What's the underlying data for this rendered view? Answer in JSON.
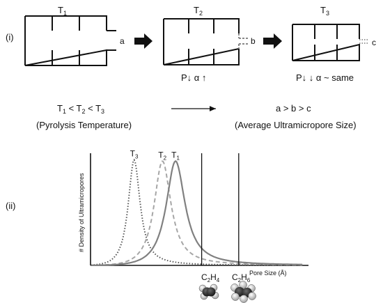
{
  "panel_i": {
    "label": "(i)",
    "states": [
      {
        "temp": "T",
        "sub": "1",
        "gap_label": "a",
        "change_text": ""
      },
      {
        "temp": "T",
        "sub": "2",
        "gap_label": "b",
        "change_text": "P↓  α ↑"
      },
      {
        "temp": "T",
        "sub": "3",
        "gap_label": "c",
        "change_text": "P↓ ↓  α ~ same"
      }
    ],
    "temp_order": {
      "t": "T",
      "s1": "1",
      "op1": " < T",
      "s2": "2",
      "op2": " < T",
      "s3": "3"
    },
    "temp_caption": "(Pyrolysis Temperature)",
    "size_order": "a > b > c",
    "size_caption": "(Average Ultramicropore Size)"
  },
  "panel_ii": {
    "label": "(ii)",
    "molecules": [
      {
        "a": "C",
        "s1": "2",
        "b": "H",
        "s2": "4"
      },
      {
        "a": "C",
        "s1": "2",
        "b": "H",
        "s2": "6"
      }
    ]
  },
  "chart_data": {
    "type": "line",
    "xlabel": "Pore Size (Å)",
    "ylabel": "# Density of Ultramicropores",
    "x_range": [
      0,
      10
    ],
    "y_range": [
      0,
      1
    ],
    "series": [
      {
        "name": "T3",
        "label": {
          "t": "T",
          "s": "3"
        },
        "style": "dotted",
        "color": "#555555",
        "center": 2.0,
        "width": 0.6,
        "height": 0.94
      },
      {
        "name": "T2",
        "label": {
          "t": "T",
          "s": "2"
        },
        "style": "dashed",
        "color": "#a6a6a6",
        "center": 3.3,
        "width": 0.85,
        "height": 0.93
      },
      {
        "name": "T1",
        "label": {
          "t": "T",
          "s": "1"
        },
        "style": "solid",
        "color": "#808080",
        "center": 3.9,
        "width": 0.95,
        "height": 0.93
      }
    ],
    "reference_lines": [
      {
        "x": 5.1,
        "label": "C2H4"
      },
      {
        "x": 6.8,
        "label": "C2H6"
      }
    ]
  }
}
